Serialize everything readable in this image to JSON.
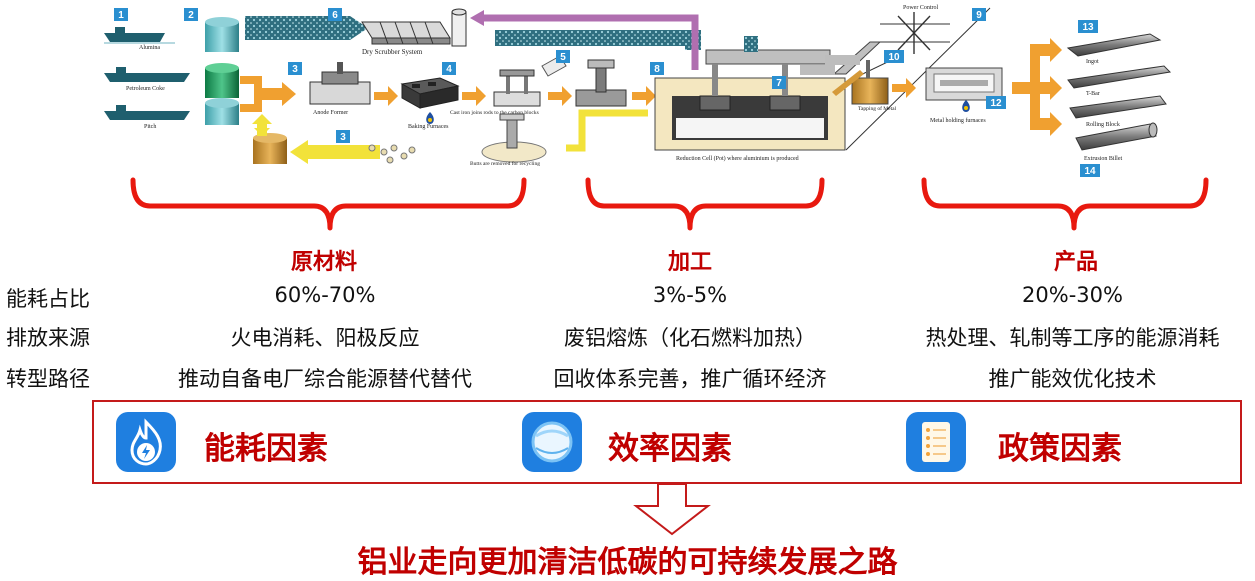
{
  "process": {
    "steps": [
      "1",
      "2",
      "3",
      "4",
      "5",
      "6",
      "7",
      "8",
      "9",
      "10",
      "12",
      "13",
      "14",
      "3"
    ],
    "labels": {
      "alumina": "Alumina",
      "petroleum_coke": "Petroleum Coke",
      "pitch": "Pitch",
      "dry_scrubber": "Dry Scrubber System",
      "anode_former": "Anode Former",
      "baking_furnaces": "Baking Furnaces",
      "cast_iron": "Cast iron joins rods to the carbon blocks",
      "butts": "Butts are removed for recycling",
      "reduction_cell": "Reduction Cell (Pot) where aluminium is produced",
      "power_control": "Power Control",
      "tapping": "Tapping of Metal",
      "metal_holding": "Metal holding furnaces",
      "ingot": "Ingot",
      "tbar": "T-Bar",
      "rolling_block": "Rolling Block",
      "extrusion_billet": "Extrusion Billet"
    }
  },
  "categories": {
    "raw": "原材料",
    "processing": "加工",
    "product": "产品"
  },
  "rows": [
    {
      "label": "能耗占比",
      "raw": "60%-70%",
      "processing": "3%-5%",
      "product": "20%-30%"
    },
    {
      "label": "排放来源",
      "raw": "火电消耗、阳极反应",
      "processing": "废铝熔炼（化石燃料加热）",
      "product": "热处理、轧制等工序的能源消耗"
    },
    {
      "label": "转型路径",
      "raw": "推动自备电厂综合能源替代替代",
      "processing": "回收体系完善，推广循环经济",
      "product": "推广能效优化技术"
    }
  ],
  "factors": [
    "能耗因素",
    "效率因素",
    "政策因素"
  ],
  "conclusion": "铝业走向更加清洁低碳的可持续发展之路",
  "colors": {
    "accent_red": "#c00000",
    "bracket_red": "#e8190f",
    "icon_blue": "#1f7fe0",
    "arrow_orange": "#f0a030",
    "pipe_purple": "#b06fb0",
    "pipe_yellow": "#f2e23a",
    "step_blue": "#2a8fd0"
  },
  "icons": [
    "flame-bolt-icon",
    "globe-icon",
    "document-list-icon"
  ]
}
